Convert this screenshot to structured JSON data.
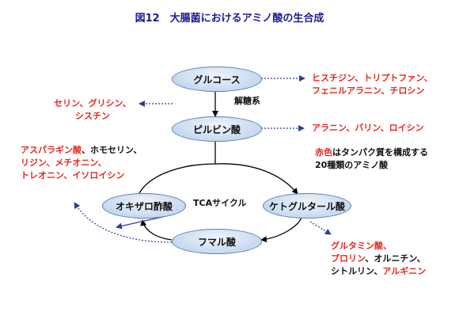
{
  "title": "図12　大腸菌におけるアミノ酸の生合成",
  "nodes": {
    "glucose": "グルコース",
    "pyruvate": "ピルビン酸",
    "oxaloacetate": "オキザロ酢酸",
    "ketoglutarate": "ケトグルタール酸",
    "fumarate": "フマル酸"
  },
  "labels": {
    "glycolysis": "解糖系",
    "tca": "TCAサイクル"
  },
  "products": {
    "glucose_right": [
      "ヒスチジン、トリプトファン、",
      "フェニルアラニン、チロシン"
    ],
    "glucose_left": [
      "セリン、グリシン、",
      "シスチン"
    ],
    "pyruvate_right": "アラニン、バリン、ロイシン",
    "oxaloacetate_group": {
      "line1_red": "アスパラギン酸",
      "line1_black": "、ホモセリン、",
      "line2_red": "リジン、メチオニン、",
      "line3_red": "トレオニン、イソロイシン"
    },
    "ketoglutarate_group": {
      "line1_red": "グルタミン酸、",
      "line2_red": "プロリン",
      "line2_black": "、オルニチン、",
      "line3_black": "シトルリン、",
      "line3_red": "アルギニン"
    }
  },
  "legend": {
    "red_word": "赤色",
    "line1_rest": "はタンパク質を構成する",
    "line2": "20種類のアミノ酸"
  },
  "colors": {
    "title": "#1c1c9a",
    "highlight": "#e8261f",
    "arrow_dotted": "#2b3f8f",
    "node_border": "#5b7fb8"
  }
}
